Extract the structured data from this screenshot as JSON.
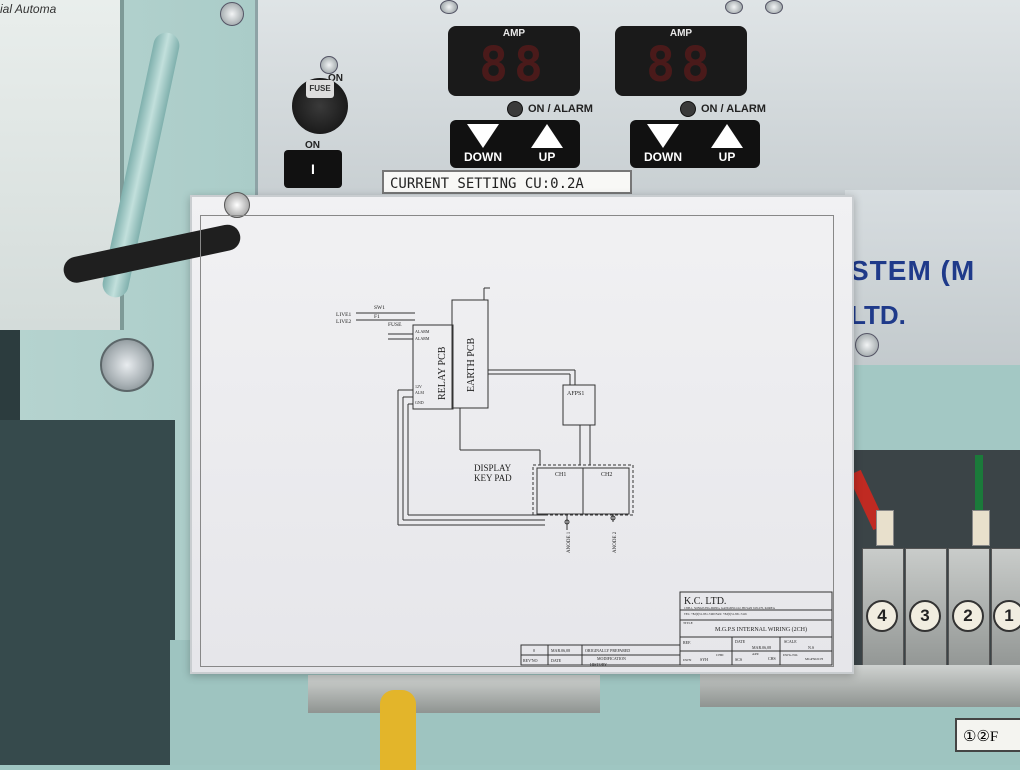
{
  "scene": {
    "corner_text": "ial Automa",
    "knob_label": "FUSE",
    "switch_label": "ON",
    "on_label": "ON",
    "switch_symbol": "I"
  },
  "displays": [
    {
      "label": "AMP",
      "digits": "88",
      "alarm": "ON / ALARM",
      "down": "DOWN",
      "up": "UP"
    },
    {
      "label": "AMP",
      "digits": "88",
      "alarm": "ON / ALARM",
      "down": "DOWN",
      "up": "UP"
    }
  ],
  "current_setting": "CURRENT SETTING CU:0.2A",
  "brand": {
    "line1": "STEM (M",
    "line2": "LTD."
  },
  "terminals": [
    "4",
    "3",
    "2",
    "1"
  ],
  "bottom_label": "①②F",
  "diagram": {
    "inputs": [
      "LIVE1",
      "LIVE2"
    ],
    "fuse_labels": [
      "SW1",
      "F1"
    ],
    "fuse": "FUSE",
    "alarm_labels": [
      "ALARM",
      "ALARM"
    ],
    "relay_small": [
      "12V",
      "ALM",
      "GND"
    ],
    "relay_pcb": "RELAY PCB",
    "earth_pcb": "EARTH PCB",
    "afps": "AFPS1",
    "display_keypad_1": "DISPLAY",
    "display_keypad_2": "KEY PAD",
    "ch1": "CH1",
    "ch2": "CH2",
    "anode1": "ANODE 1",
    "anode2": "ANODE 2"
  },
  "title_block": {
    "company": "K.C. LTD.",
    "address": "1308-1, SONGJUNG-DONG, GANGSEO-GU, BUSAN 618-270, KOREA",
    "contact": "TEL: +82(0)51-831-7400   FAX: +82(0)51-831-7416",
    "title_label": "TITLE",
    "title": "M.G.P.S INTERNAL WIRING (2CH)",
    "ref_label": "REF.",
    "date_label": "DATE",
    "date": "MAR.06,08",
    "scale_label": "SCALE",
    "scale": "N.S",
    "dwn_label": "DWN",
    "dwn": "SYH",
    "chd_label": "CHD",
    "chd": "SCS",
    "app_label": "APP.",
    "app": "CHS",
    "dwg_label": "DWG.NO.",
    "dwg": "MGPS02CH",
    "rev_row": {
      "rev": "0",
      "date": "MAR.06,08",
      "mod": "ORIGINALLY PREPARED"
    },
    "rev_no_label": "REV'NO",
    "date_col_label": "DATE",
    "mod_label": "MODIFICATION",
    "history_label": "HISTORY"
  },
  "colors": {
    "teal": "#9fc6c2",
    "brand_blue": "#1f3a8a",
    "led_dark": "#4a1a1a"
  }
}
